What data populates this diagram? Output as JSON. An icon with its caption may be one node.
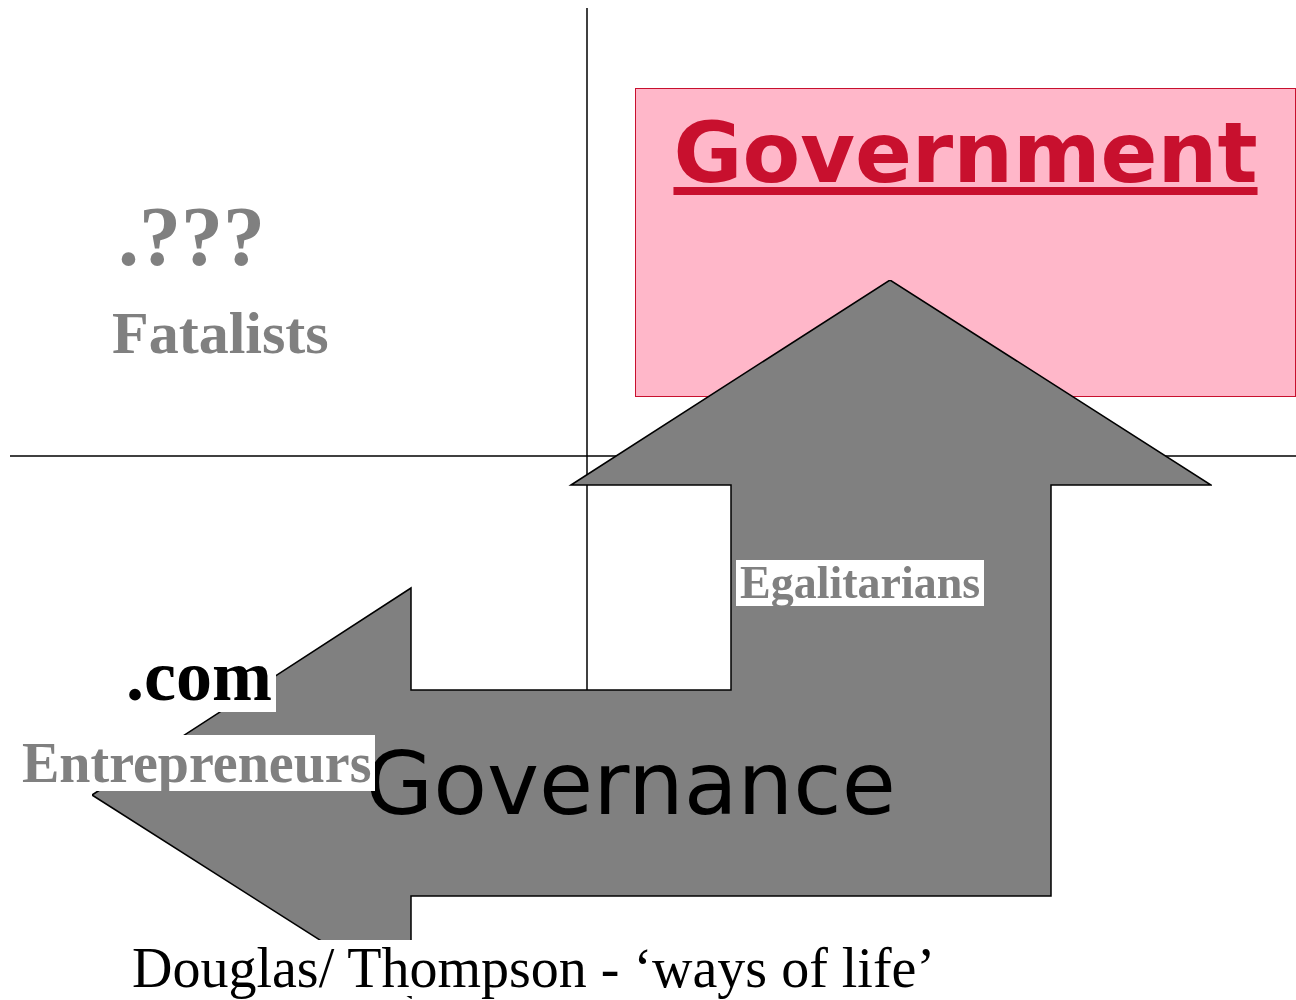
{
  "diagram": {
    "nodes": [
      {
        "text": [
          "Government"
        ]
      },
      {
        "text": [
          "Governance"
        ]
      }
    ],
    "labels": [
      ".???",
      "Fatalists",
      ".com",
      "Entrepreneurs",
      "Egalitarians",
      "Douglas/ Thompson -  ‘ways of life’"
    ]
  }
}
